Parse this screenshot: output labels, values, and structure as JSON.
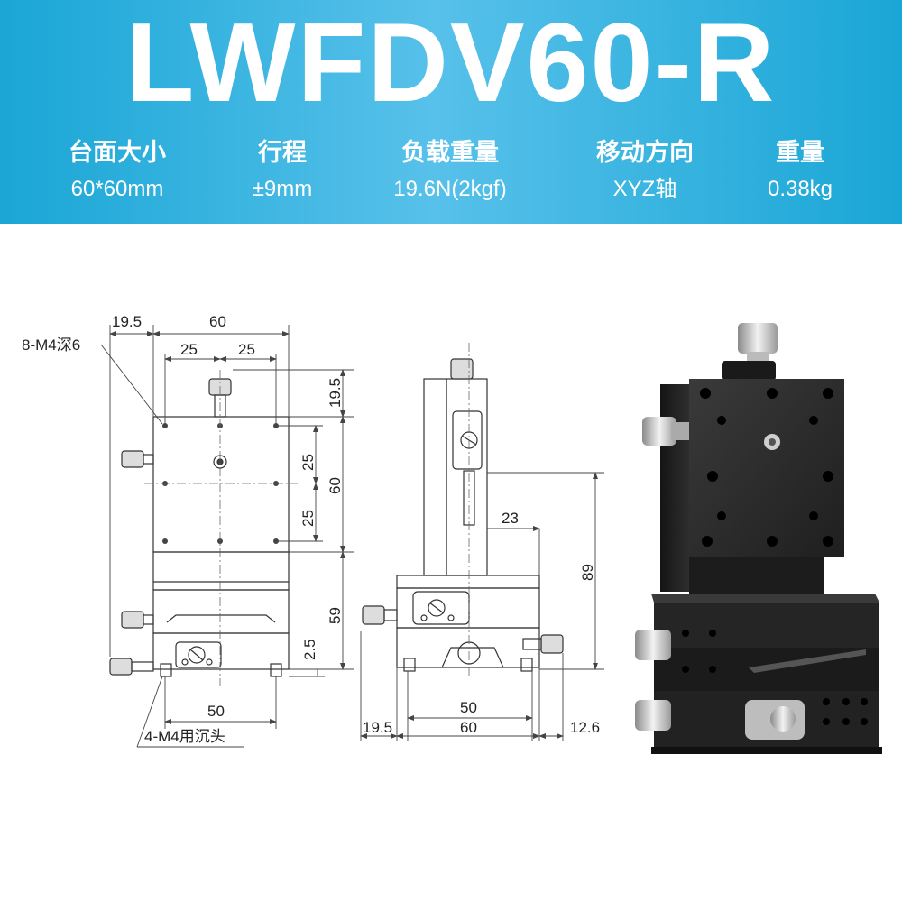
{
  "title": "LWFDV60-R",
  "specs": [
    {
      "label": "台面大小",
      "value": "60*60mm"
    },
    {
      "label": "行程",
      "value": "±9mm"
    },
    {
      "label": "负载重量",
      "value": "19.6N(2kgf)"
    },
    {
      "label": "移动方向",
      "value": "XYZ轴"
    },
    {
      "label": "重量",
      "value": "0.38kg"
    }
  ],
  "drawing": {
    "callout_top": "8-M4深6",
    "callout_bottom": "4-M4用沉头",
    "front": {
      "dim_left_offset": "19.5",
      "dim_width": "60",
      "dim_hole_spacing_a": "25",
      "dim_hole_spacing_b": "25",
      "dim_top_offset": "19.5",
      "dim_v_spacing_a": "25",
      "dim_v_spacing_b": "25",
      "dim_height": "60",
      "dim_base_height": "59",
      "dim_bottom_offset": "2.5",
      "dim_mount_spacing": "50"
    },
    "side": {
      "dim_slide": "23",
      "dim_height": "89",
      "dim_mount_spacing": "50",
      "dim_width": "60",
      "dim_left_offset": "19.5",
      "dim_right_offset": "12.6"
    }
  },
  "colors": {
    "banner": "#1aa6d6",
    "body": "#2c2c2c"
  }
}
